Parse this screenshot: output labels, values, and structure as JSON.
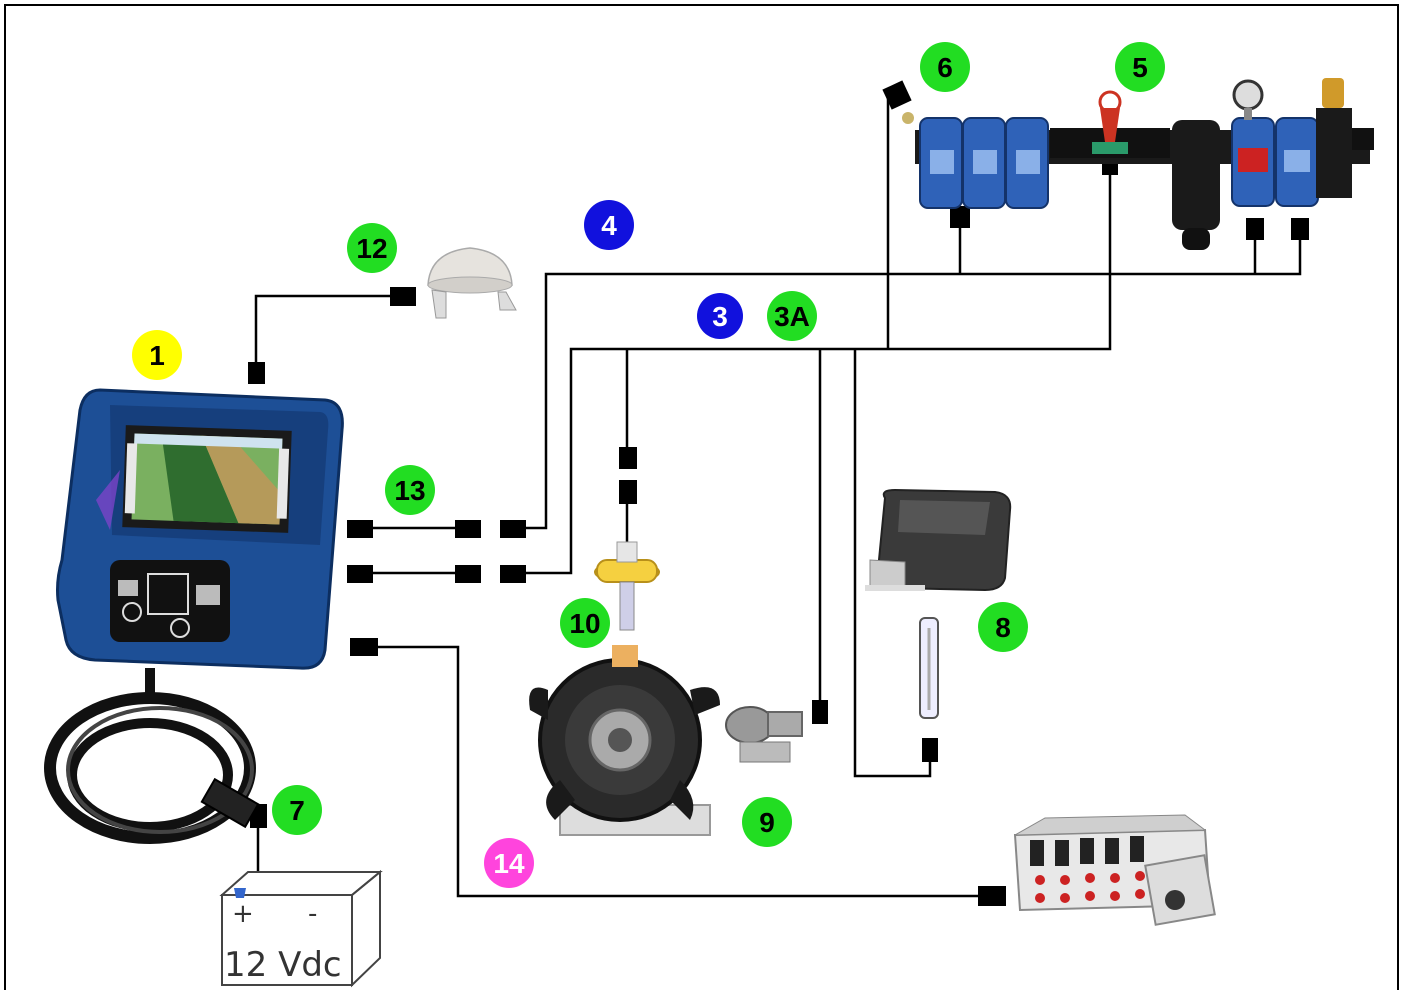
{
  "colors": {
    "green": "#22dd22",
    "yellow": "#ffff00",
    "blue": "#1111dd",
    "magenta": "#ff44dd",
    "wire": "#000000",
    "terminal_blue": "#3366cc",
    "terminal_red": "#cc2222"
  },
  "badges": [
    {
      "id": "1",
      "label": "1",
      "color": "yellow"
    },
    {
      "id": "3",
      "label": "3",
      "color": "blue"
    },
    {
      "id": "3A",
      "label": "3A",
      "color": "green"
    },
    {
      "id": "4",
      "label": "4",
      "color": "blue"
    },
    {
      "id": "5",
      "label": "5",
      "color": "green"
    },
    {
      "id": "6",
      "label": "6",
      "color": "green"
    },
    {
      "id": "7",
      "label": "7",
      "color": "green"
    },
    {
      "id": "8",
      "label": "8",
      "color": "green"
    },
    {
      "id": "9",
      "label": "9",
      "color": "green"
    },
    {
      "id": "10",
      "label": "10",
      "color": "green"
    },
    {
      "id": "12",
      "label": "12",
      "color": "green"
    },
    {
      "id": "13",
      "label": "13",
      "color": "green"
    },
    {
      "id": "14",
      "label": "14",
      "color": "magenta"
    }
  ],
  "battery": {
    "plus": "+",
    "minus": "-",
    "voltage": "12 Vdc"
  },
  "components": {
    "console": "display-console-icon",
    "gps": "gps-antenna-icon",
    "valves": "section-valve-manifold-icon",
    "pump": "diaphragm-pump-icon",
    "flowmeter": "flowmeter-icon",
    "tank_sensor": "tank-level-sensor-icon",
    "hydraulic_block": "hydraulic-valve-block-icon",
    "cable": "power-cable-icon",
    "pressure_sensor": "pressure-sensor-icon"
  }
}
